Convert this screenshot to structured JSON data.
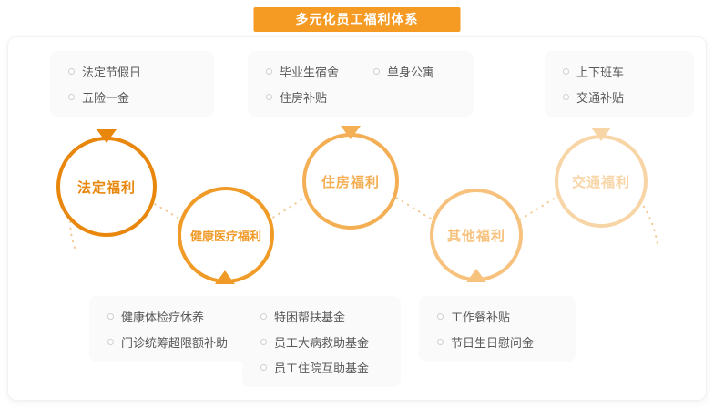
{
  "header": {
    "title": "多元化员工福利体系",
    "bg_color": "#F59A23",
    "text_color": "#FFFFFF"
  },
  "connector_color": "#F3C993",
  "benefits": [
    {
      "label": "法定福利",
      "color": "#E8870C",
      "circle_position": "top",
      "items": [
        [
          "法定节假日",
          "五险一金"
        ]
      ]
    },
    {
      "label": "健康医疗福利",
      "color": "#F09A28",
      "circle_position": "bottom",
      "items": [
        [
          "健康体检疗休养",
          "门诊统筹超限额补助"
        ],
        [
          "特困帮扶基金",
          "员工大病救助基金",
          "员工住院互助基金"
        ]
      ]
    },
    {
      "label": "住房福利",
      "color": "#F4AF55",
      "circle_position": "top",
      "items": [
        [
          "毕业生宿舍",
          "住房补贴"
        ],
        [
          "单身公寓"
        ]
      ]
    },
    {
      "label": "其他福利",
      "color": "#F6C27E",
      "circle_position": "bottom",
      "items": [
        [
          "工作餐补贴",
          "节日生日慰问金"
        ]
      ]
    },
    {
      "label": "交通福利",
      "color": "#F8D5A6",
      "circle_position": "top",
      "items": [
        [
          "上下班车",
          "交通补贴"
        ]
      ]
    }
  ]
}
